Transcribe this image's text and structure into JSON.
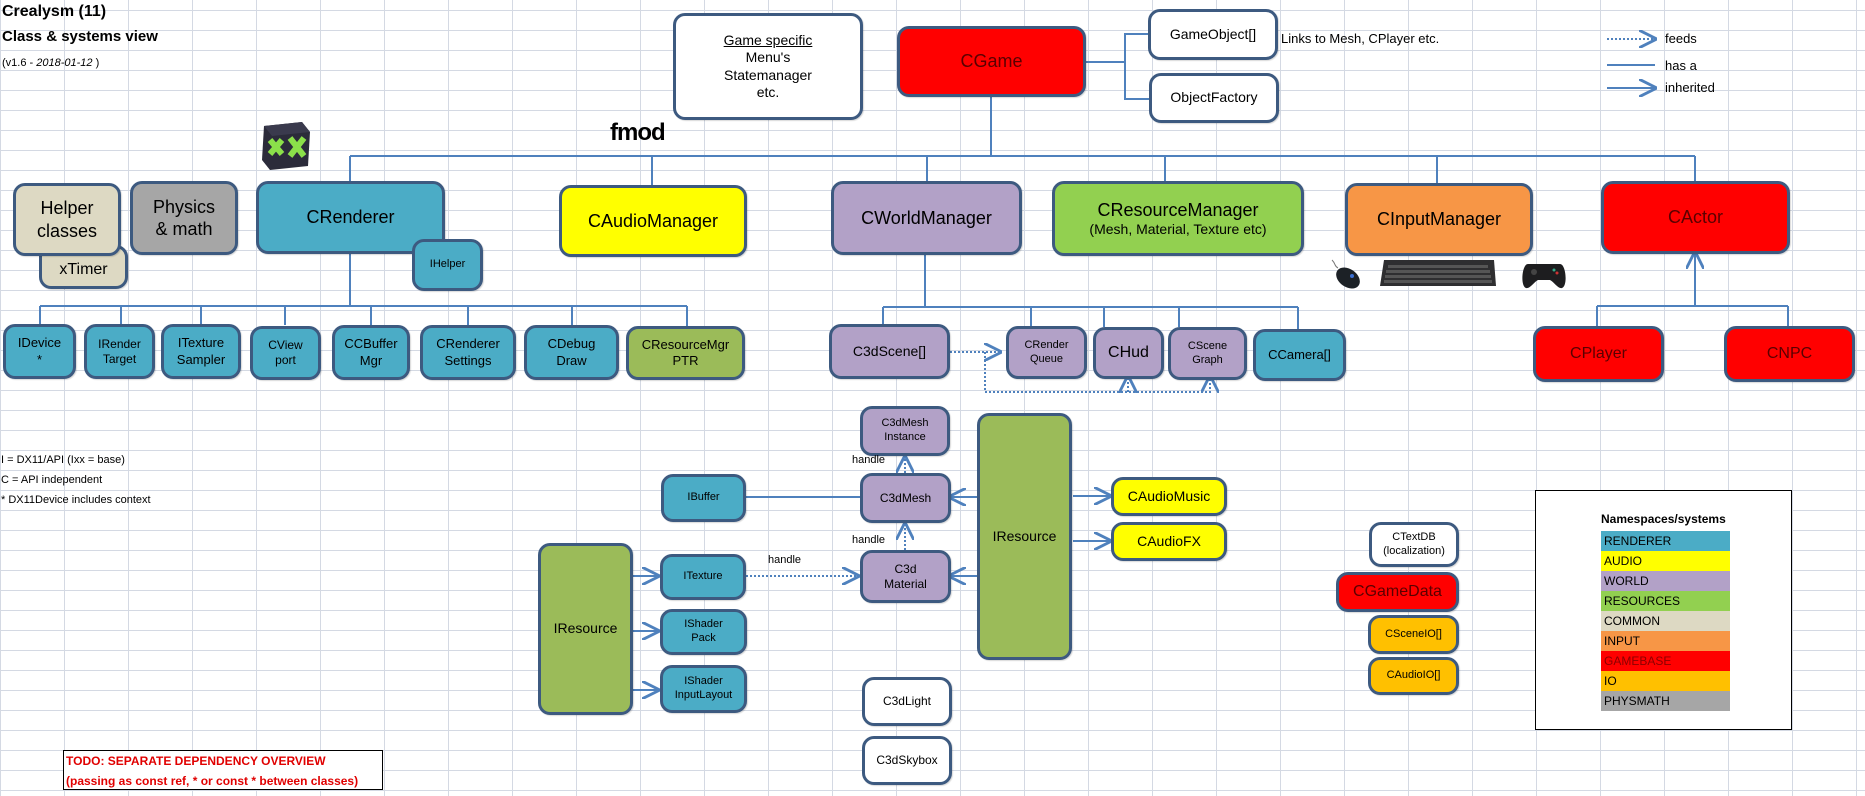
{
  "header": {
    "title": "Crealysm (11)",
    "subtitle": "Class & systems view",
    "version_prefix": "(v1.6 - ",
    "version_date": "2018-01-12",
    "version_suffix": " )"
  },
  "legend_lines": {
    "feeds": "feeds",
    "has_a": "has a",
    "inherited": "inherited"
  },
  "notes": {
    "i_prefix": "I = DX11/API (Ixx = base)",
    "c_prefix": "C = API independent",
    "dx11_device": "* DX11Device includes context",
    "links": "Links to Mesh, CPlayer etc."
  },
  "logos": {
    "directx": "directx-logo",
    "fmod": "fmod"
  },
  "boxes": {
    "game_specific": {
      "heading": "Game specific",
      "line1": "Menu's",
      "line2": "Statemanager",
      "line3": "etc."
    },
    "cgame": "CGame",
    "gameobject": "GameObject[]",
    "objectfactory": "ObjectFactory",
    "helper": {
      "line1": "Helper",
      "line2": "classes"
    },
    "xtimer": "xTimer",
    "physics": {
      "line1": "Physics",
      "line2": "& math"
    },
    "crenderer": "CRenderer",
    "ihelper": "IHelper",
    "caudiomanager": "CAudioManager",
    "cworldmanager": "CWorldManager",
    "cresourcemanager": {
      "line1": "CResourceManager",
      "line2": "(Mesh, Material, Texture etc)"
    },
    "cinputmanager": "CInputManager",
    "cactor": "CActor",
    "cplayer": "CPlayer",
    "cnpc": "CNPC",
    "renderer_children": [
      {
        "line1": "IDevice",
        "line2": "*"
      },
      {
        "line1": "IRender",
        "line2": "Target"
      },
      {
        "line1": "ITexture",
        "line2": "Sampler"
      },
      {
        "line1": "CView",
        "line2": "port"
      },
      {
        "line1": "CCBuffer",
        "line2": "Mgr"
      },
      {
        "line1": "CRenderer",
        "line2": "Settings"
      },
      {
        "line1": "CDebug",
        "line2": "Draw"
      },
      {
        "line1": "CResourceMgr",
        "line2": "PTR"
      }
    ],
    "world_children": {
      "c3dscene": "C3dScene[]",
      "crenderqueue": {
        "line1": "CRender",
        "line2": "Queue"
      },
      "chud": "CHud",
      "cscenegraph": {
        "line1": "CScene",
        "line2": "Graph"
      },
      "ccamera": "CCamera[]"
    },
    "c3dmeshinstance": {
      "line1": "C3dMesh",
      "line2": "Instance"
    },
    "c3dmesh": "C3dMesh",
    "c3dmaterial": {
      "line1": "C3d",
      "line2": "Material"
    },
    "ibuffer": "IBuffer",
    "itexture": "ITexture",
    "ishaderpack": {
      "line1": "IShader",
      "line2": "Pack"
    },
    "ishaderinputlayout": {
      "line1": "IShader",
      "line2": "InputLayout"
    },
    "iresource_left": "IResource",
    "iresource_mid": "IResource",
    "caudiomusic": "CAudioMusic",
    "caudiofx": "CAudioFX",
    "c3dlight": "C3dLight",
    "c3dskybox": "C3dSkybox",
    "ctextdb": {
      "line1": "CTextDB",
      "line2": "(localization)"
    },
    "cgamedata": "CGameData",
    "csceneio": "CSceneIO[]",
    "caudioio": "CAudioIO[]"
  },
  "edge_labels": {
    "handle_instance": "handle",
    "handle_material": "handle",
    "handle_texture": "handle"
  },
  "namespaces": {
    "title": "Namespaces/systems",
    "items": [
      {
        "label": "RENDERER",
        "color": "#4bacc6"
      },
      {
        "label": "AUDIO",
        "color": "#ffff00"
      },
      {
        "label": "WORLD",
        "color": "#b2a1c7"
      },
      {
        "label": "RESOURCES",
        "color": "#92d050"
      },
      {
        "label": "COMMON",
        "color": "#ddd9c3"
      },
      {
        "label": "INPUT",
        "color": "#f79646"
      },
      {
        "label": "GAMEBASE",
        "color": "#ff0000"
      },
      {
        "label": "IO",
        "color": "#ffc000"
      },
      {
        "label": "PHYSMATH",
        "color": "#a6a6a6"
      }
    ]
  },
  "todo": {
    "line1": "TODO: SEPARATE DEPENDENCY OVERVIEW",
    "line2": "(passing as const ref, * or const * between classes)"
  },
  "colors": {
    "line": "#4f81bd",
    "border": "#3d5a80",
    "todo_text": "#e00000"
  }
}
